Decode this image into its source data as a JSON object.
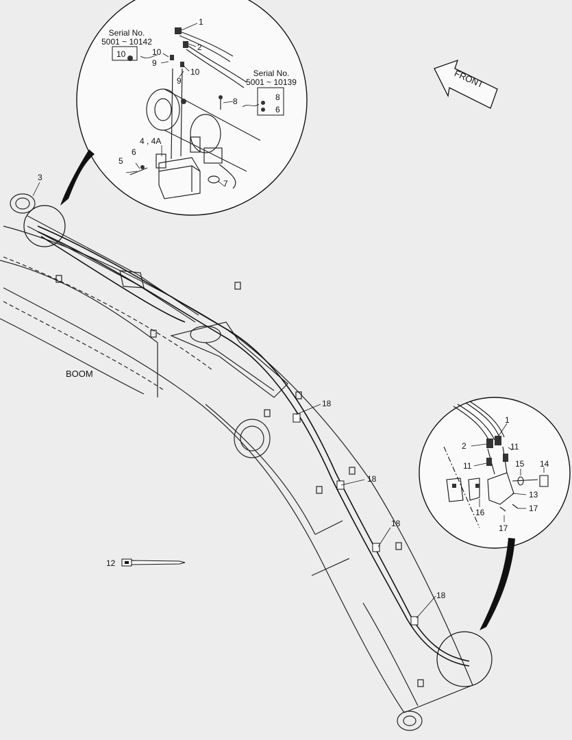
{
  "figure": {
    "boom_label": "BOOM",
    "front_label": "FRONT",
    "top_detail": {
      "serial_left": {
        "title": "Serial No.",
        "range": "5001 ~ 10142",
        "boxed_part": "10"
      },
      "serial_right": {
        "title": "Serial No.",
        "range": "5001 ~ 10139",
        "boxed_parts": [
          "8",
          "6"
        ]
      },
      "callouts": [
        "1",
        "2",
        "10",
        "9",
        "10",
        "9",
        "8",
        "4 , 4A",
        "6",
        "5",
        "7"
      ]
    },
    "boom_callouts": [
      "3",
      "18",
      "18",
      "18",
      "18",
      "12"
    ],
    "bottom_detail": {
      "callouts": [
        "1",
        "2",
        "11",
        "11",
        "15",
        "14",
        "16",
        "13",
        "17",
        "17"
      ]
    }
  }
}
